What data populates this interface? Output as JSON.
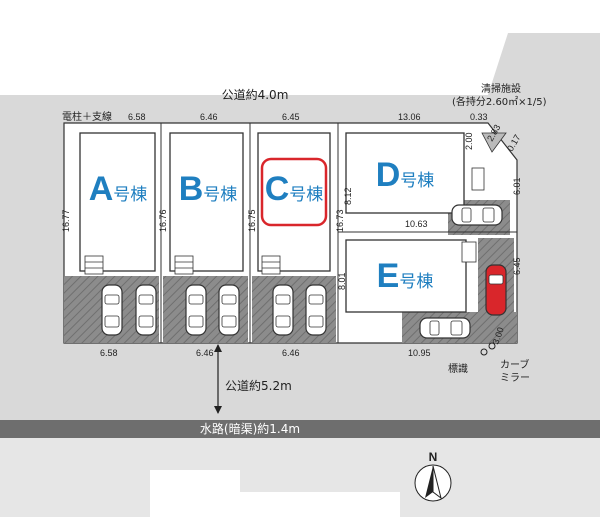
{
  "roads": {
    "north": "公道約4.0m",
    "south": "公道約5.2m",
    "waterway": "水路(暗渠)約1.4m"
  },
  "labels": {
    "utility_pole": "電柱＋支線",
    "cleaning_facility": "清掃施設",
    "cleaning_share": "(各持分2.60㎡×1/5)",
    "sign": "標識",
    "curve_mirror_1": "カーブ",
    "curve_mirror_2": "ミラー",
    "north": "N"
  },
  "buildings": [
    {
      "letter": "A",
      "suffix": "号棟",
      "highlighted": false
    },
    {
      "letter": "B",
      "suffix": "号棟",
      "highlighted": false
    },
    {
      "letter": "C",
      "suffix": "号棟",
      "highlighted": true
    },
    {
      "letter": "D",
      "suffix": "号棟",
      "highlighted": false
    },
    {
      "letter": "E",
      "suffix": "号棟",
      "highlighted": false
    }
  ],
  "dimensions": {
    "a_top": "6.58",
    "b_top": "6.46",
    "c_top": "6.45",
    "d_top": "13.06",
    "corner_top": "0.33",
    "a_left": "16.77",
    "b_left": "16.76",
    "c_left": "16.75",
    "d_left": "16.73",
    "d_inner": "8.12",
    "d_bottom": "10.63",
    "d_mid": "2.00",
    "corner_1": "2.83",
    "corner_2": "0.17",
    "right_d": "6.01",
    "e_left": "8.01",
    "e_right": "6.45",
    "e_corner": "3.00",
    "e_bottom": "10.95",
    "a_bottom": "6.58",
    "b_bottom": "6.46",
    "c_bottom": "6.46"
  },
  "colors": {
    "building_text": "#1f7fc0",
    "highlight": "#d9262b",
    "road_gray": "#d9d9d9",
    "parking": "#8c8c8c",
    "red_car": "#d9262b"
  }
}
